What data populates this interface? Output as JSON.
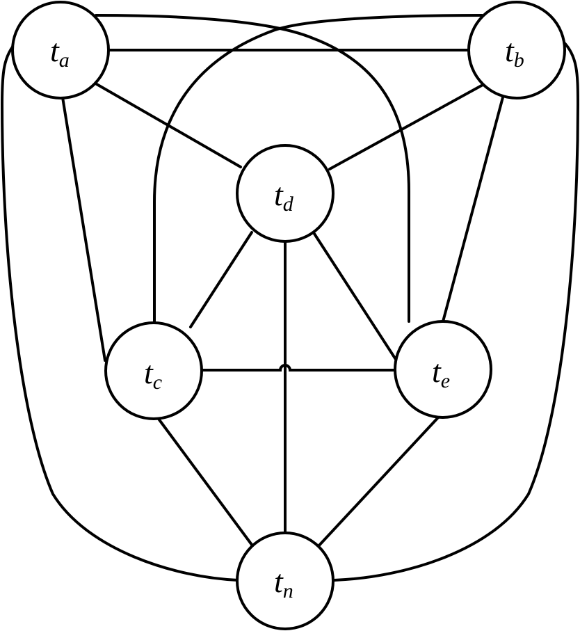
{
  "nodes": [
    {
      "id": "a",
      "base": "t",
      "sub": "a"
    },
    {
      "id": "b",
      "base": "t",
      "sub": "b"
    },
    {
      "id": "d",
      "base": "t",
      "sub": "d"
    },
    {
      "id": "c",
      "base": "t",
      "sub": "c"
    },
    {
      "id": "e",
      "base": "t",
      "sub": "e"
    },
    {
      "id": "n",
      "base": "t",
      "sub": "n"
    }
  ],
  "edges": [
    [
      "a",
      "b"
    ],
    [
      "a",
      "d"
    ],
    [
      "b",
      "d"
    ],
    [
      "a",
      "c"
    ],
    [
      "b",
      "e"
    ],
    [
      "d",
      "c"
    ],
    [
      "d",
      "e"
    ],
    [
      "d",
      "n"
    ],
    [
      "c",
      "e"
    ],
    [
      "c",
      "n"
    ],
    [
      "e",
      "n"
    ],
    [
      "a",
      "e"
    ],
    [
      "b",
      "c"
    ],
    [
      "a",
      "n"
    ],
    [
      "b",
      "n"
    ]
  ]
}
